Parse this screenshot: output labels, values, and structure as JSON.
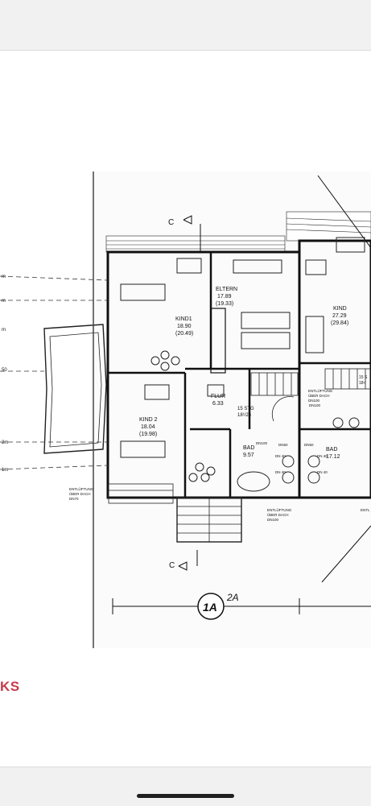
{
  "brand_fragment": "KS",
  "section_marks": {
    "top": "C",
    "bottom": "C"
  },
  "axis_labels": {
    "main": "1A",
    "secondary": "2A"
  },
  "level_marks": [
    "m",
    "m",
    "m",
    "2m",
    "1m"
  ],
  "level_mark_partial": "50",
  "rooms": {
    "kind1": {
      "name": "KIND1",
      "area": "18.90",
      "area2": "(20.49)"
    },
    "eltern": {
      "name": "ELTERN",
      "area": "17.89",
      "area2": "(19.33)"
    },
    "kind_right": {
      "name": "KIND",
      "area": "27.29",
      "area2": "(29.84)"
    },
    "kind2": {
      "name": "KIND 2",
      "area": "18.04",
      "area2": "(19.98)"
    },
    "flur": {
      "name": "FLUR",
      "area": "6.33"
    },
    "bad_left": {
      "name": "BAD",
      "area": "9.57"
    },
    "bad_right": {
      "name": "BAD",
      "area": "17.12"
    }
  },
  "stairs": {
    "left": {
      "label": "15 STG",
      "ratio": "18¹/26"
    },
    "right": {
      "label": "15 S",
      "ratio": "18¹/"
    }
  },
  "vents": {
    "left": [
      "ENTLÜFTUNG",
      "ÜBER DACH",
      "DN70"
    ],
    "mid": [
      "ENTLÜFTUNG",
      "ÜBER DACH",
      "DN100"
    ],
    "right_top": [
      "ENTLÜFTUNG",
      "ÜBER DACH",
      "DN100"
    ],
    "right_bottom": [
      "ENTL"
    ]
  },
  "pipe_labels": [
    "DN100",
    "DN50",
    "DN 40",
    "DN 40",
    "DN50",
    "DN 40",
    "DN 40",
    "DN100"
  ]
}
